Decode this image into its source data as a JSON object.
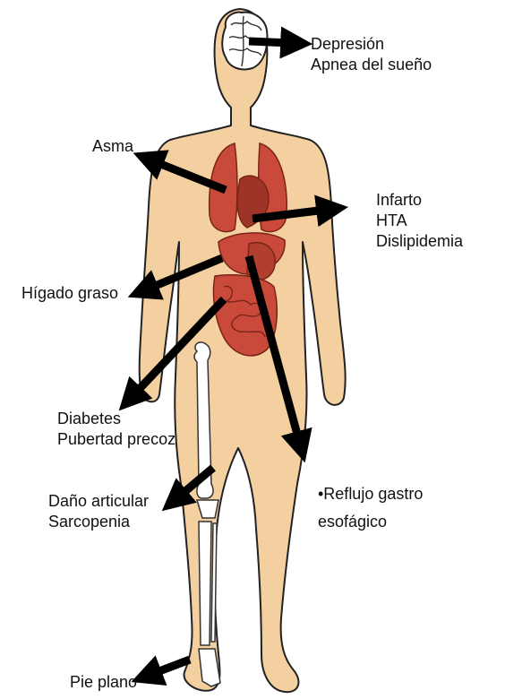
{
  "colors": {
    "skin": "#F4CFA0",
    "outline": "#222222",
    "organ": "#C94A3A",
    "organ_dark": "#9E3327",
    "brain": "#FFFFFF",
    "bone": "#FFFFFF",
    "arrow": "#000000"
  },
  "labels": {
    "brain": [
      "Depresión",
      "Apnea del sueño"
    ],
    "lungs": [
      "Asma"
    ],
    "heart": [
      "Infarto",
      "HTA",
      "Dislipidemia"
    ],
    "liver": [
      "Hígado graso"
    ],
    "pancreas": [
      "Diabetes",
      "Pubertad precoz"
    ],
    "stomach": [
      "•Reflujo gastro",
      "esofágico"
    ],
    "joints": [
      "Daño articular",
      "Sarcopenia"
    ],
    "foot": [
      "Pie plano"
    ]
  }
}
